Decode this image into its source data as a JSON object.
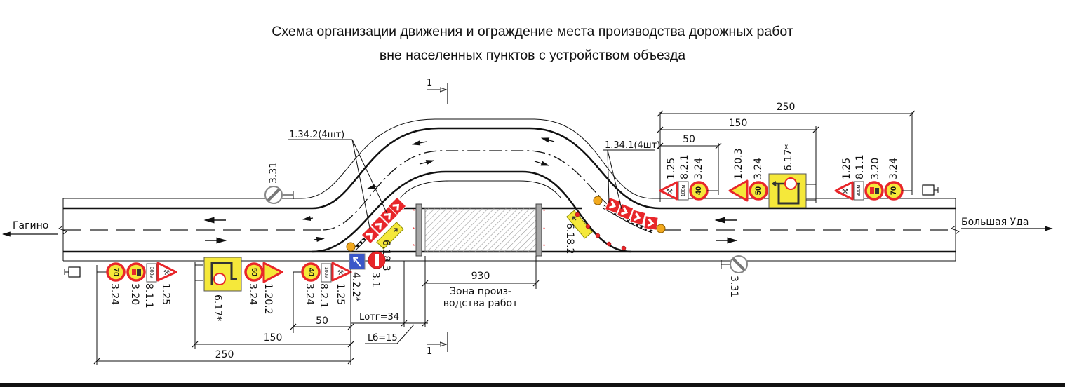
{
  "title": {
    "line1": "Схема организации движения и ограждение места производства дорожных работ",
    "line2": "вне населенных пунктов с устройством объезда"
  },
  "directions": {
    "left": "Гагино",
    "right": "Большая Уда"
  },
  "section_marker": "1",
  "work_zone": {
    "length": "930",
    "label_line1": "Зона произ-",
    "label_line2": "водства работ"
  },
  "dimensions": {
    "l_otg": "Lотг=34",
    "l_b": "Lб=15",
    "left": [
      "50",
      "150",
      "250"
    ],
    "right": [
      "50",
      "150",
      "250"
    ]
  },
  "leaders": {
    "left_chevrons": "1.34.2(4шт)",
    "right_chevrons": "1.34.1(4шт)"
  },
  "signs_left": {
    "group_250": {
      "labels": [
        "3.24",
        "3.20",
        "8.1.1",
        "1.25"
      ],
      "speed": "70",
      "plate": "300м"
    },
    "group_150": {
      "labels": [
        "6.17*",
        "3.24",
        "1.20.2"
      ],
      "speed": "50"
    },
    "group_50": {
      "labels": [
        "3.24",
        "8.2.1",
        "1.25"
      ],
      "speed": "40",
      "plate": "100м"
    },
    "group_0": {
      "labels": [
        "4.2.2*",
        "3.1"
      ]
    },
    "end_sign": "3.31",
    "detour_sign": "6.18.3"
  },
  "signs_right": {
    "group_50": {
      "labels": [
        "1.25",
        "8.2.1",
        "3.24"
      ],
      "speed": "40",
      "plate": "100м"
    },
    "group_150": {
      "labels": [
        "1.20.3",
        "3.24",
        "6.17*"
      ],
      "speed": "50"
    },
    "group_250": {
      "labels": [
        "1.25",
        "8.1.1",
        "3.20",
        "3.24"
      ],
      "speed": "70",
      "plate": "300м"
    },
    "end_sign": "3.31",
    "detour_sign": "6.18.2"
  },
  "colors": {
    "sign_red": "#e8262a",
    "sign_yellow": "#f5e83a",
    "sign_blue": "#3a57c8",
    "line": "#111111",
    "gray": "#8c8c8c",
    "cone_orange": "#f2a91e"
  }
}
